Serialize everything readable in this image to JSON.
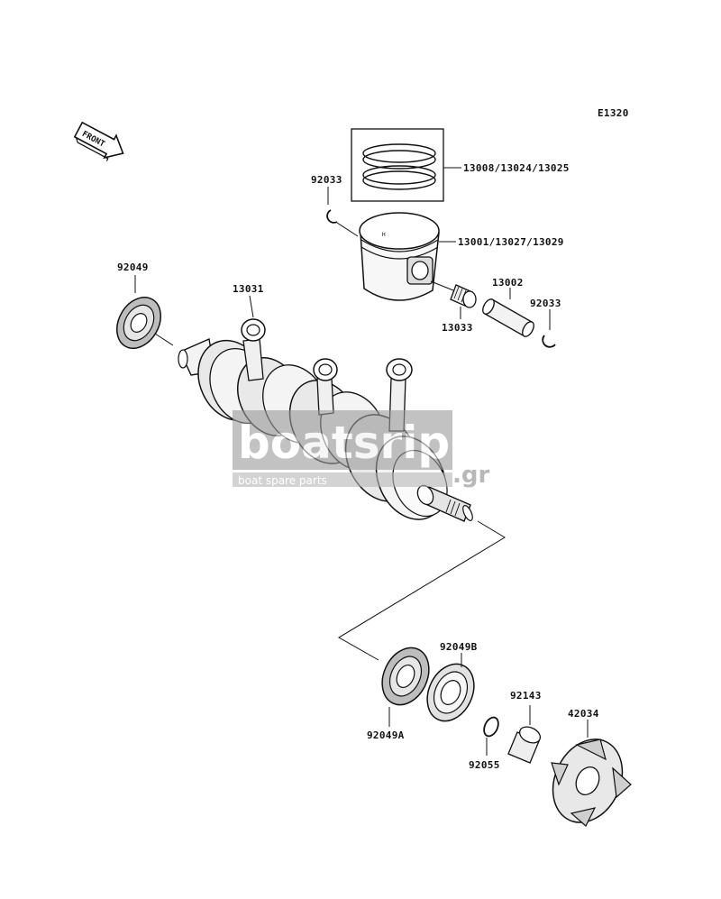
{
  "diagram": {
    "code": "E1320",
    "front_marker": "FRONT"
  },
  "parts": {
    "piston_rings": "13008/13024/13025",
    "piston": "13001/13027/13029",
    "circlip_upper": "92033",
    "circlip_lower": "92033",
    "piston_pin": "13002",
    "needle_bearing": "13033",
    "crankshaft": "13031",
    "oil_seal": "92049",
    "bearing_b": "92049B",
    "bearing_a": "92049A",
    "o_ring": "92055",
    "collar": "92143",
    "coupling": "42034"
  },
  "watermark": {
    "brand": "boatsrip",
    "suffix": ".gr",
    "tagline": "boat spare parts"
  }
}
